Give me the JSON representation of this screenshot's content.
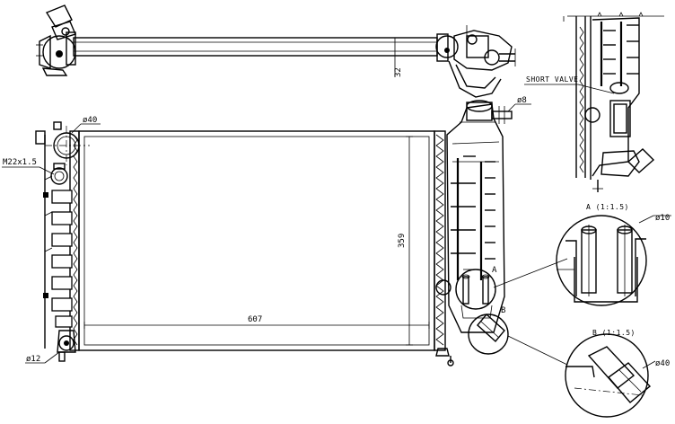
{
  "labels": {
    "dim_tank_width": "32",
    "dim_height": "359",
    "dim_width": "607",
    "dia_top_inlet": "ø40",
    "dia_bleed": "ø8",
    "thread": "M22x1.5",
    "dia_bottom": "ø12",
    "short_valve": "SHORT VALVE",
    "detail_a_marker": "A",
    "detail_b_marker": "B",
    "detail_a_title": "A (1:1.5)",
    "detail_a_dia": "ø10",
    "detail_b_title": "B (1:1.5)",
    "detail_b_dia": "ø40"
  }
}
